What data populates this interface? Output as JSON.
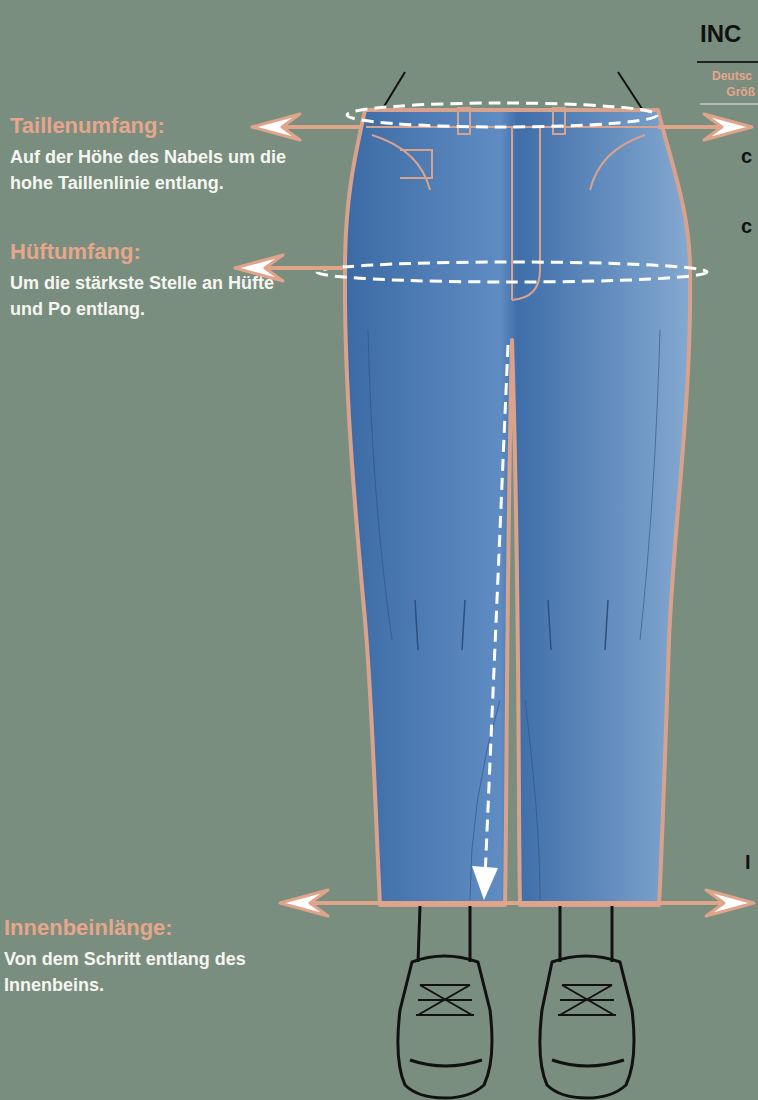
{
  "diagram": {
    "labels": [
      "Taillenumfang:",
      "Auf der Höhe des Nabels um die hohe Taillenlinie entlang.",
      "Hüftumfang:",
      "Um die stärkste Stelle an Hüfte und Po entlang.",
      "Innenbeinlänge:",
      "Von dem Schritt entlang des Innenbeins.",
      "INC",
      "Deutsc",
      "Größ",
      "c",
      "c",
      "I"
    ]
  }
}
